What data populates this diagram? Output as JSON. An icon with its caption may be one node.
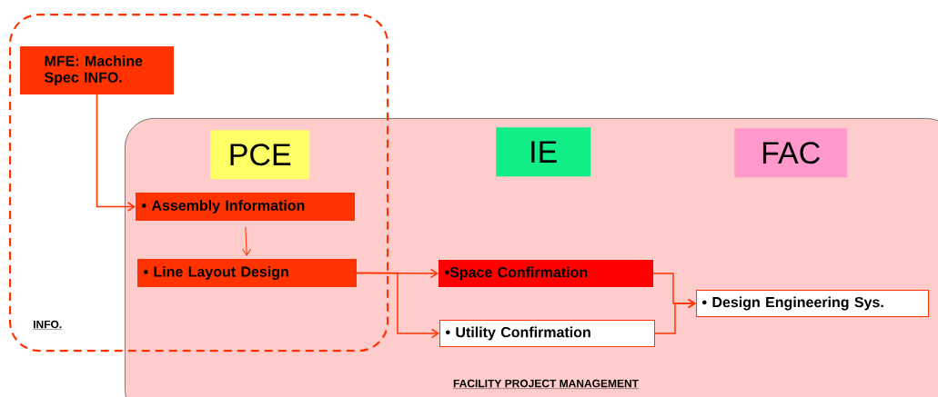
{
  "diagram": {
    "nodes": [
      {
        "text": [
          "INFO."
        ]
      },
      {
        "text": [
          "FACILITY PROJECT MANAGEMENT"
        ]
      },
      {
        "text": [
          "MFE: Machine Spec INFO."
        ],
        "in": 0
      },
      {
        "text": [
          "PCE"
        ]
      },
      {
        "text": [
          "IE"
        ],
        "in": 1
      },
      {
        "text": [
          "FAC"
        ],
        "in": 1
      },
      {
        "text": [
          "• Assembly Information"
        ]
      },
      {
        "text": [
          "• Line Layout Design"
        ]
      },
      {
        "text": [
          "•Space Confirmation"
        ],
        "in": 1
      },
      {
        "text": [
          "• Utility Confirmation"
        ],
        "in": 1
      },
      {
        "text": [
          "• Design Engineering Sys."
        ],
        "in": 1
      }
    ],
    "edges": [
      {
        "from": 2,
        "to": 6,
        "arrow": "to"
      },
      {
        "from": 6,
        "to": 7,
        "arrow": "to"
      },
      {
        "from": 7,
        "to": 8,
        "arrow": "to"
      },
      {
        "from": 7,
        "to": 9,
        "arrow": "to"
      },
      {
        "from": 8,
        "to": 10,
        "arrow": "to"
      },
      {
        "from": 9,
        "to": 10,
        "arrow": "to"
      }
    ]
  }
}
